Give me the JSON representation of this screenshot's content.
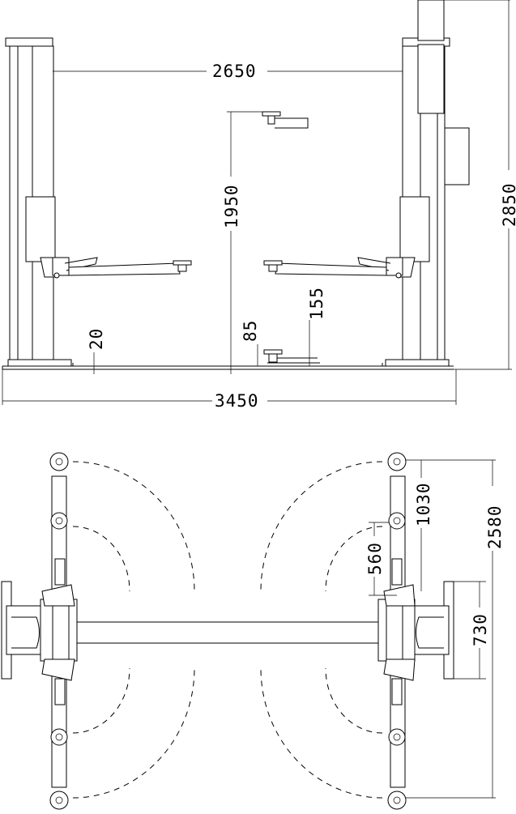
{
  "dimensions": {
    "front": {
      "column_spacing": "2650",
      "max_height": "1950",
      "total_height": "2850",
      "pad_height_min": "85",
      "pad_height_max": "155",
      "base_plate": "20",
      "total_width": "3450"
    },
    "top": {
      "arm_short": "1030",
      "arm_total": "2580",
      "arm_inner": "560",
      "base_depth": "730"
    }
  }
}
